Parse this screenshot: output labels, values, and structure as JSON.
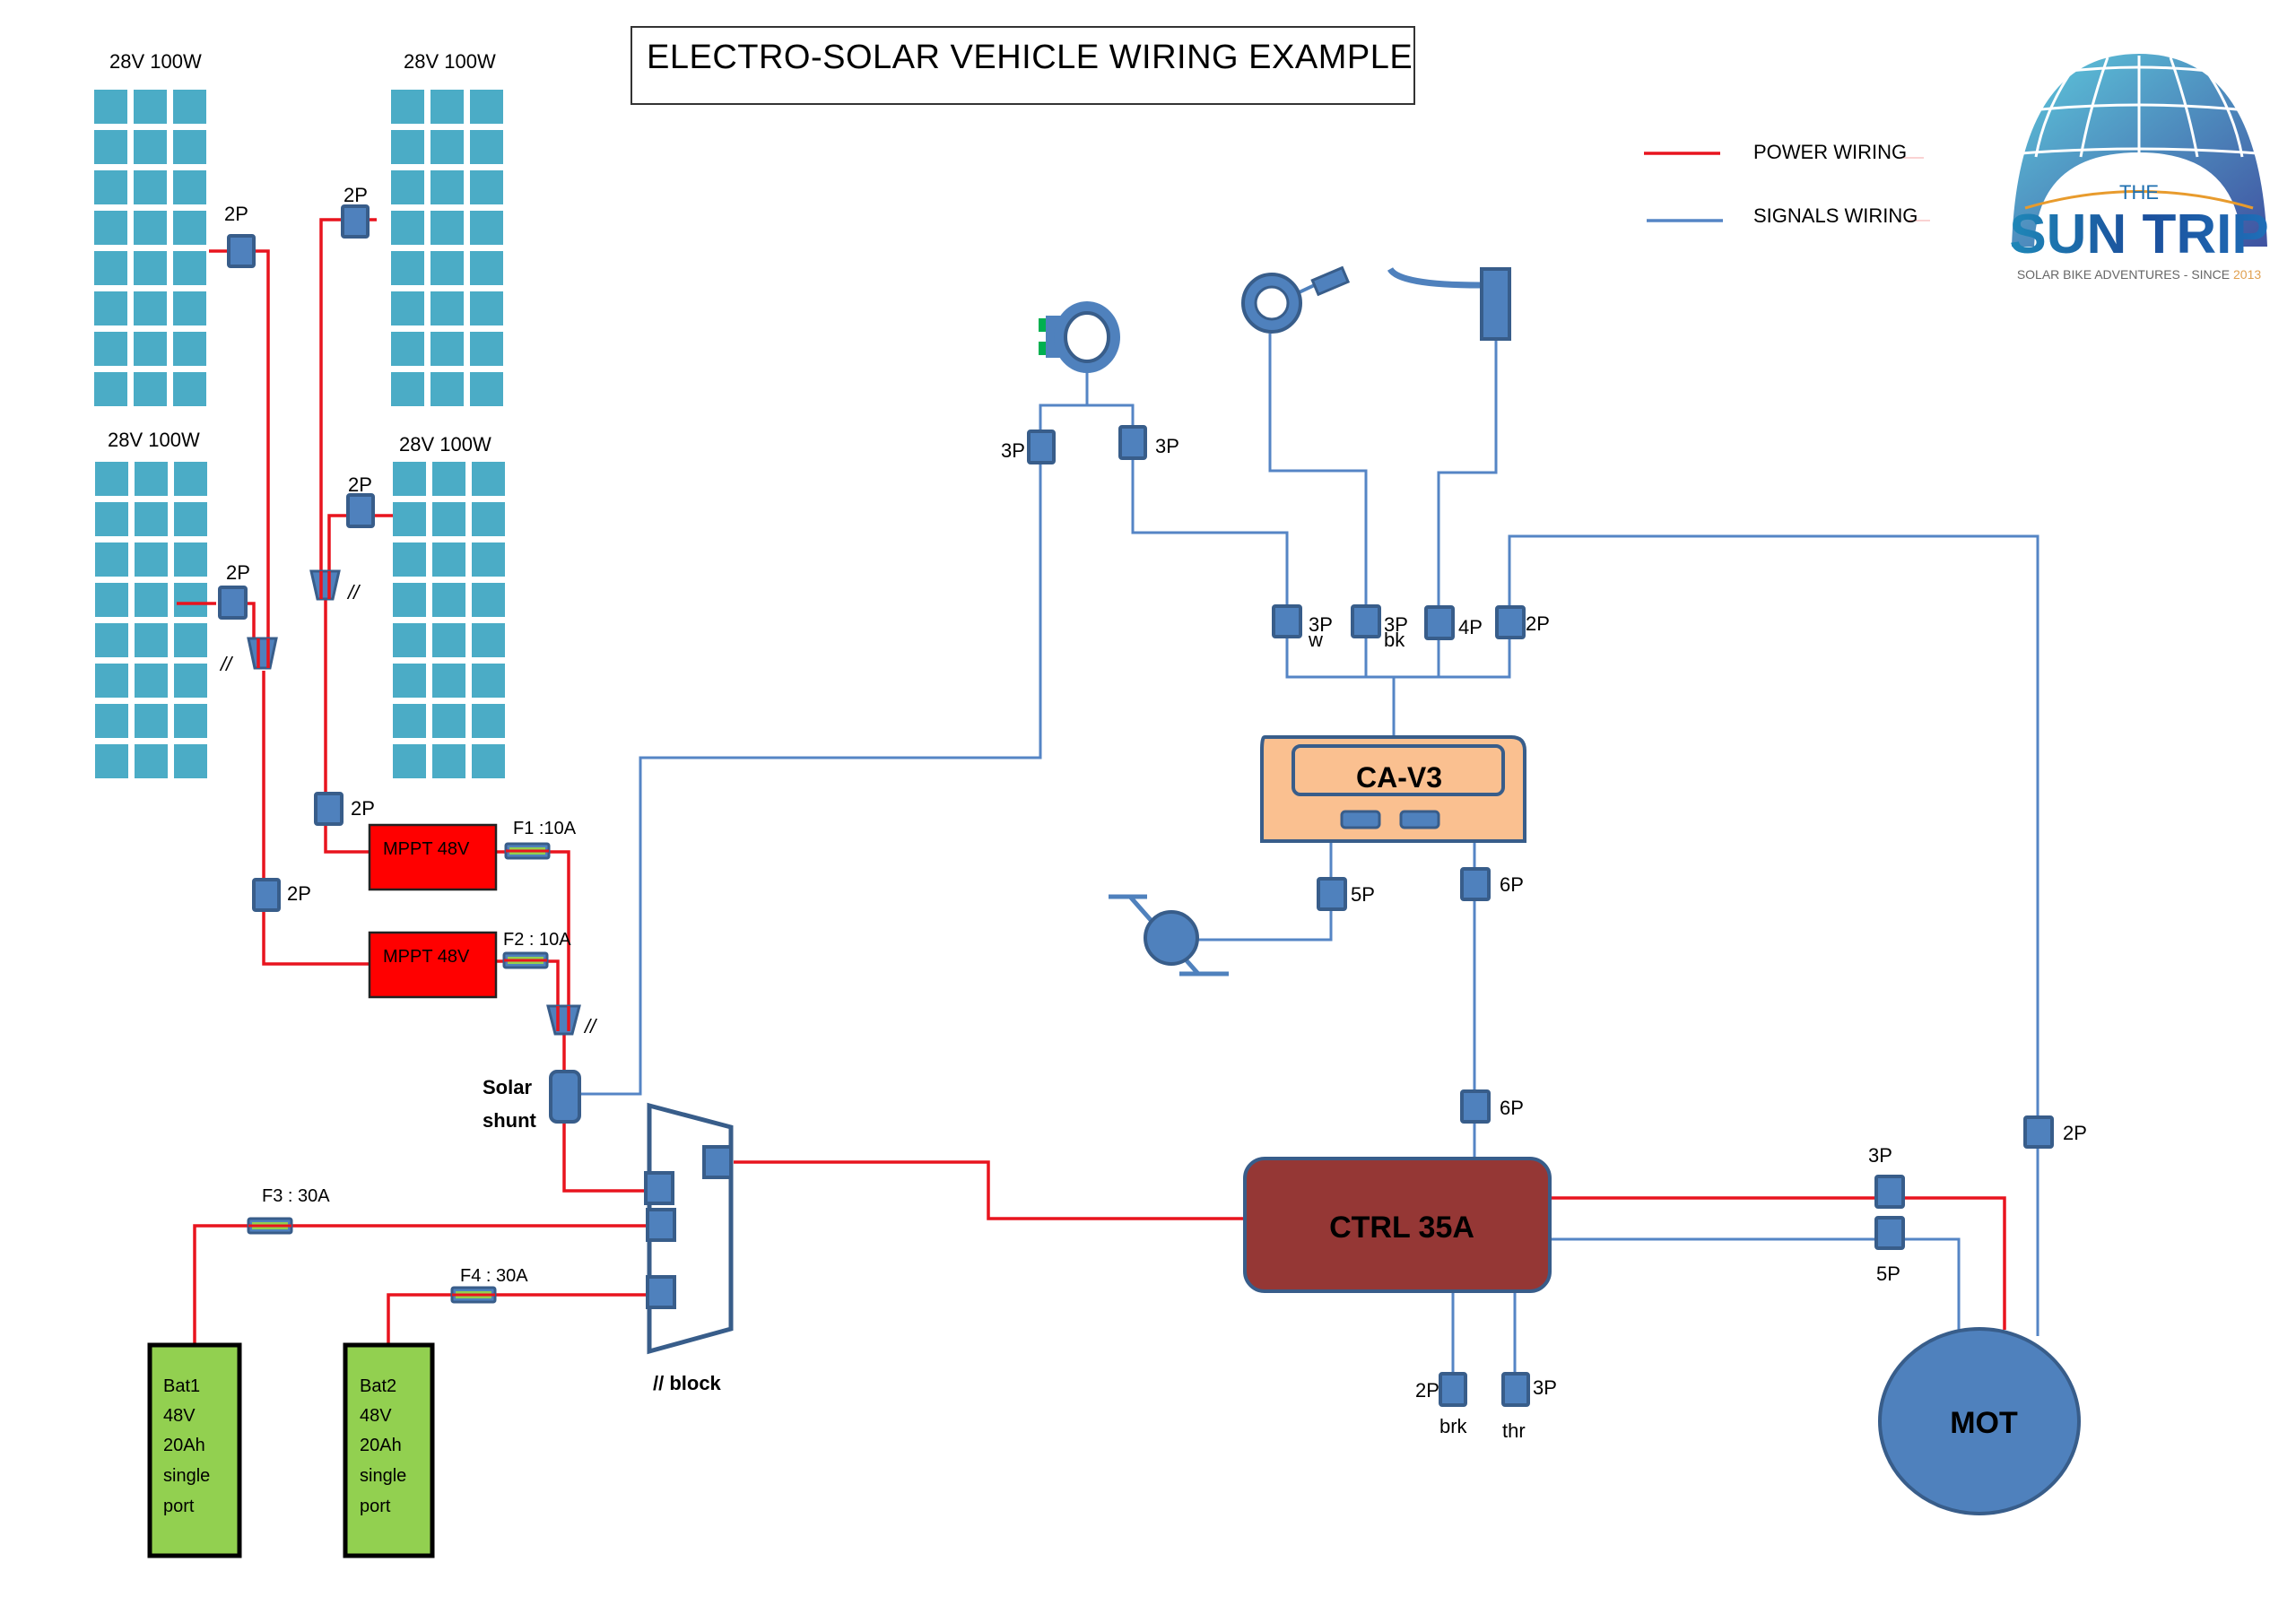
{
  "title": "ELECTRO-SOLAR VEHICLE WIRING EXAMPLE",
  "legend": {
    "items": [
      {
        "label": "POWER WIRING",
        "color": "#e8141e"
      },
      {
        "label": "SIGNALS WIRING",
        "color": "#5585c5"
      }
    ]
  },
  "logo": {
    "the": "THE",
    "name": "SUN TRIP",
    "tagline": "SOLAR BIKE ADVENTURES - SINCE ",
    "year": "2013"
  },
  "colors": {
    "power": "#e8141e",
    "signal": "#5585c5",
    "connector_fill": "#4f81bd",
    "connector_stroke": "#385d8a",
    "panel_cell": "#4bacc6",
    "mppt": "#ff0000",
    "battery": "#92d050",
    "controller": "#953735",
    "display": "#fac090"
  },
  "solar_panels": [
    {
      "label": "28V 100W"
    },
    {
      "label": "28V 100W"
    },
    {
      "label": "28V 100W"
    },
    {
      "label": "28V 100W"
    }
  ],
  "connectors": {
    "panel1": "2P",
    "panel2": "2P",
    "panel3": "2P",
    "panel4": "2P",
    "mppt1_in": "2P",
    "mppt2_in": "2P",
    "parallel_mark": "//",
    "pas_left": "3P",
    "pas_right": "3P",
    "ca_w": "3P",
    "ca_w_sub": "w",
    "ca_bk": "3P",
    "ca_bk_sub": "bk",
    "ca_4p": "4P",
    "ca_2p": "2P",
    "ca_5p": "5P",
    "ca_6p": "6P",
    "ctrl_6p": "6P",
    "brk": "2P",
    "brk_sub": "brk",
    "thr": "3P",
    "thr_sub": "thr",
    "mot_power": "3P",
    "mot_hall": "5P",
    "mot_speed": "2P"
  },
  "mppts": [
    {
      "label": "MPPT 48V"
    },
    {
      "label": "MPPT 48V"
    }
  ],
  "fuses": [
    {
      "label": "F1 :10A"
    },
    {
      "label": "F2 : 10A"
    },
    {
      "label": "F3 : 30A"
    },
    {
      "label": "F4 : 30A"
    }
  ],
  "shunt": {
    "line1": "Solar",
    "line2": "shunt"
  },
  "parallel_block": {
    "label": "// block"
  },
  "batteries": [
    {
      "lines": [
        "Bat1",
        "48V",
        "20Ah",
        "single",
        "port"
      ]
    },
    {
      "lines": [
        "Bat2",
        "48V",
        "20Ah",
        "single",
        "port"
      ]
    }
  ],
  "display_unit": {
    "label": "CA-V3"
  },
  "controller": {
    "label": "CTRL 35A"
  },
  "motor": {
    "label": "MOT"
  }
}
